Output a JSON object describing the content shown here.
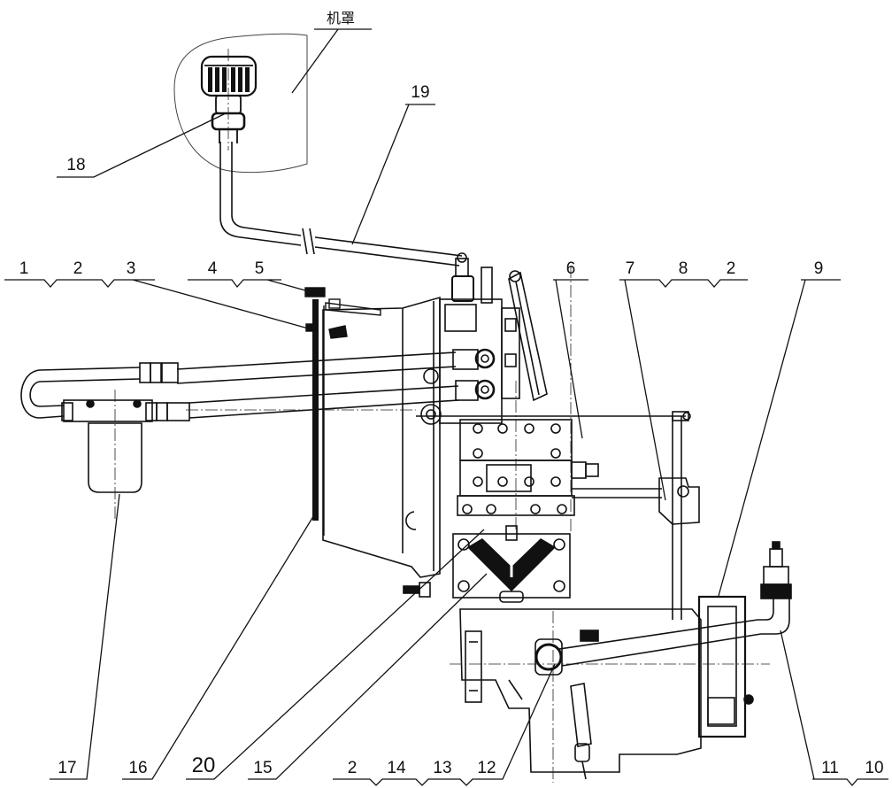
{
  "callouts": {
    "hood_label": "机罩",
    "label_19": "19",
    "label_18": "18",
    "top_left": [
      "1",
      "2",
      "3"
    ],
    "top_mid": [
      "4",
      "5"
    ],
    "label_6": "6",
    "top_right": [
      "7",
      "8",
      "2"
    ],
    "label_9": "9",
    "label_17": "17",
    "label_16": "16",
    "label_20": "20",
    "label_15": "15",
    "bottom_mid": [
      "2",
      "14",
      "13",
      "12"
    ],
    "bottom_right": [
      "11",
      "10"
    ]
  },
  "colors": {
    "line": "#111111",
    "background": "#ffffff"
  }
}
